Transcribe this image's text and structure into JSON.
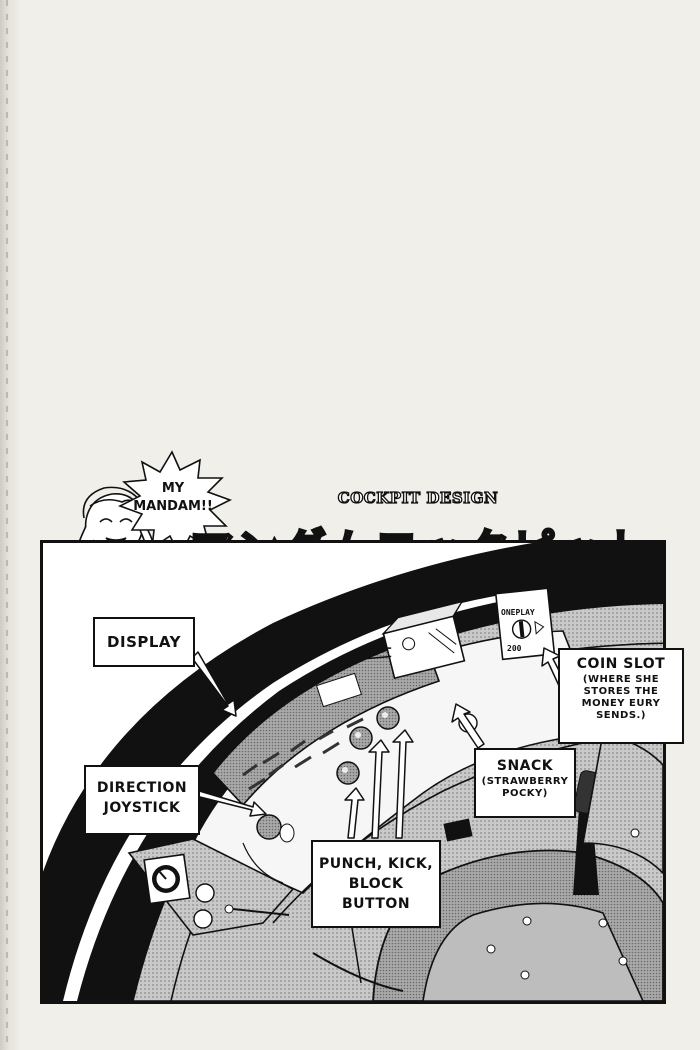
{
  "title": {
    "english": "COCKPIT DESIGN",
    "japanese": "マンダムコックピット"
  },
  "speech_bubble": {
    "text": "MY\nMANDAM!!"
  },
  "callouts": {
    "display": {
      "label": "DISPLAY"
    },
    "joystick": {
      "label": "DIRECTION\nJOYSTICK"
    },
    "buttons": {
      "label": "PUNCH, KICK,\nBLOCK BUTTON"
    },
    "snack": {
      "label": "SNACK",
      "note": "(STRAWBERRY\nPOCKY)"
    },
    "coin_slot": {
      "label": "COIN SLOT",
      "note": "(WHERE SHE\nSTORES THE\nMONEY EURY\nSENDS.)"
    }
  },
  "coin_plate": {
    "top_text": "ONEPLAY",
    "value_text": "200"
  },
  "colors": {
    "ink": "#111111",
    "paper": "#f1efea",
    "screentone": "#9a9a9a",
    "dark_tone": "#2a2a2a"
  }
}
